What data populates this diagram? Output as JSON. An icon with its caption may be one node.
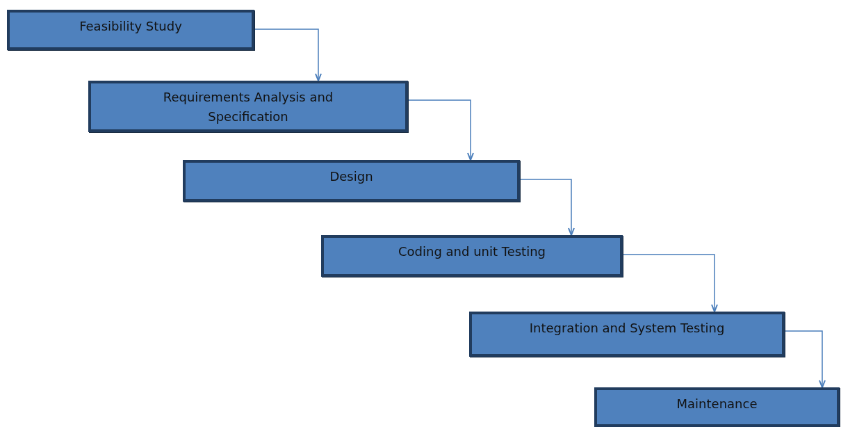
{
  "diagram": {
    "nodes": [
      {
        "text": [
          "Feasibility Study"
        ]
      },
      {
        "text": [
          "Requirements Analysis and Specification"
        ]
      },
      {
        "text": [
          "Design"
        ]
      },
      {
        "text": [
          "Coding and unit Testing"
        ]
      },
      {
        "text": [
          "Integration and System Testing"
        ]
      },
      {
        "text": [
          "Maintenance"
        ]
      }
    ],
    "edges": [
      {
        "from": 0,
        "to": 1,
        "arrow": "to"
      },
      {
        "from": 1,
        "to": 2,
        "arrow": "to"
      },
      {
        "from": 2,
        "to": 3,
        "arrow": "to"
      },
      {
        "from": 3,
        "to": 4,
        "arrow": "to"
      },
      {
        "from": 4,
        "to": 5,
        "arrow": "to"
      }
    ]
  }
}
